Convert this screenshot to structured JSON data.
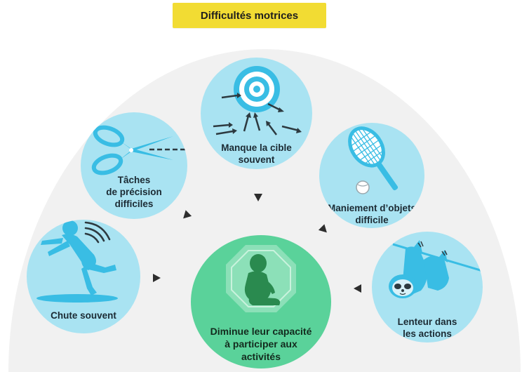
{
  "title": "Difficultés motrices",
  "colors": {
    "badge": "#f2dc33",
    "circle": "#a9e3f2",
    "icon_blue": "#39bde4",
    "center": "#5ad29a",
    "arc": "#f1f1f1"
  },
  "nodes": {
    "precision": {
      "label": "Tâches\nde précision\ndifficiles",
      "icon": "scissors-icon"
    },
    "target": {
      "label": "Manque la cible\nsouvent",
      "icon": "target-icon"
    },
    "objects": {
      "label": "Maniement d’objets\ndifficile",
      "icon": "tennis-racket-icon"
    },
    "falls": {
      "label": "Chute souvent",
      "icon": "falling-child-icon"
    },
    "slowness": {
      "label": "Lenteur dans\nles actions",
      "icon": "sloth-icon"
    },
    "center": {
      "label": "Diminue leur capacité\nà participer aux\nactivités",
      "icon": "sitting-child-icon"
    }
  }
}
